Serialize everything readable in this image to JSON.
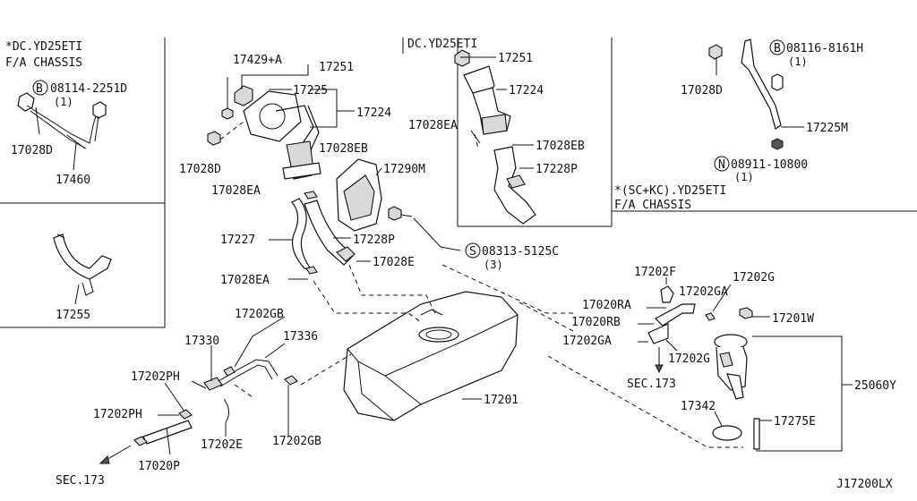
{
  "diagram_id": "J17200LX",
  "insets": {
    "top_left_header_line1": "*DC.YD25ETI",
    "top_left_header_line2": "F/A CHASSIS",
    "top_center_header": "DC.YD25ETI",
    "right_note_line1": "*(SC+KC).YD25ETI",
    "right_note_line2": "F/A CHASSIS"
  },
  "parts": {
    "p17028D_a": "17028D",
    "p17460": "17460",
    "p08114": "08114-2251D",
    "p08114_qty": "(1)",
    "p17255": "17255",
    "p17429": "17429+A",
    "p17251_a": "17251",
    "p17225": "17225",
    "p17224_a": "17224",
    "p17028D_b": "17028D",
    "p17028EB_a": "17028EB",
    "p17290M": "17290M",
    "p17028EA_a": "17028EA",
    "p17227": "17227",
    "p17228P_a": "17228P",
    "p08313": "08313-5125C",
    "p08313_qty": "(3)",
    "p17028E": "17028E",
    "p17028EA_b": "17028EA",
    "p17251_b": "17251",
    "p17224_b": "17224",
    "p17028EA_c": "17028EA",
    "p17028EB_b": "17028EB",
    "p17228P_b": "17228P",
    "p17028D_c": "17028D",
    "p08116": "08116-8161H",
    "p08116_qty": "(1)",
    "p17225M": "17225M",
    "p08911": "08911-10800",
    "p08911_qty": "(1)",
    "p17202GB_a": "17202GB",
    "p17330": "17330",
    "p17336": "17336",
    "p17202PH_a": "17202PH",
    "p17202PH_b": "17202PH",
    "p17202E": "17202E",
    "p17202GB_b": "17202GB",
    "p17020P": "17020P",
    "p17201": "17201",
    "p17202F": "17202F",
    "p17202G_a": "17202G",
    "p17020RA": "17020RA",
    "p17202GA_a": "17202GA",
    "p17020RB": "17020RB",
    "p17201W": "17201W",
    "p17202GA_b": "17202GA",
    "p17202G_b": "17202G",
    "p25060Y": "25060Y",
    "p17342": "17342",
    "p17275E": "17275E",
    "sec173_a": "SEC.173",
    "sec173_b": "SEC.173"
  },
  "symbols": {
    "bolt_b": "B",
    "bolt_n": "N",
    "bolt_s": "S"
  }
}
